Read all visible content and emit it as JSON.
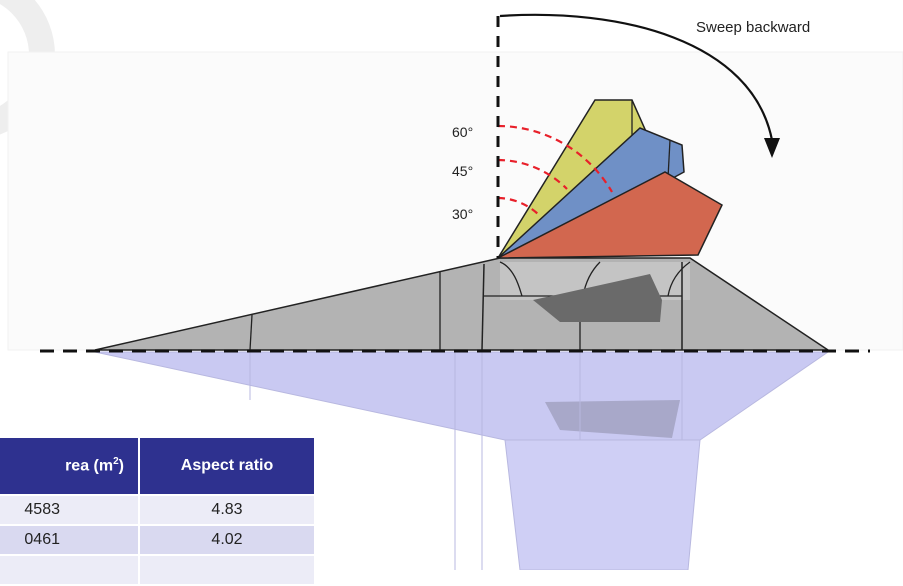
{
  "diagram": {
    "title": "Sweep backward",
    "angles": [
      "60°",
      "45°",
      "30°"
    ],
    "colors": {
      "wing_60": "#d3d36a",
      "wing_45": "#6f90c6",
      "wing_30": "#d2674f",
      "fuselage": "#b0b0b0",
      "reflection": "#c9c9f2",
      "arc": "#e8202a"
    }
  },
  "table": {
    "headers": {
      "area_prefix": "rea (m",
      "area_sup": "2",
      "area_suffix": ")",
      "aspect_ratio": "Aspect ratio"
    },
    "rows": [
      {
        "area": "4583",
        "aspect_ratio": "4.83"
      },
      {
        "area": "0461",
        "aspect_ratio": "4.02"
      },
      {
        "area": "",
        "aspect_ratio": ""
      }
    ]
  }
}
